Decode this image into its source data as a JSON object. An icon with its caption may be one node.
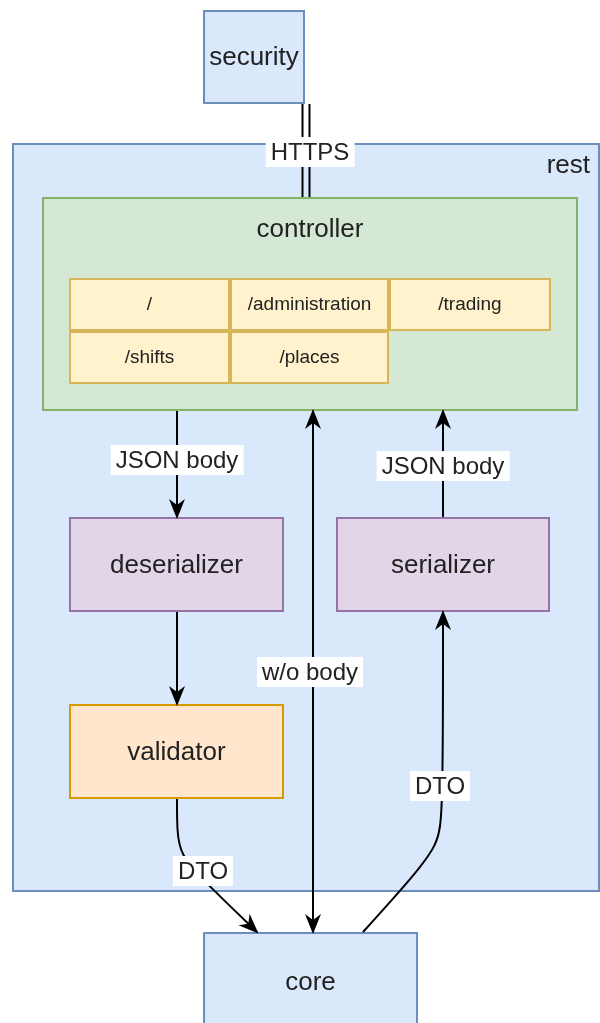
{
  "diagram": {
    "nodes": [
      {
        "text": [
          "security"
        ]
      },
      {
        "text": [
          "rest"
        ]
      },
      {
        "text": [
          "controller"
        ],
        "in": 1
      },
      {
        "text": [
          "/"
        ],
        "in": 2
      },
      {
        "text": [
          "/administration"
        ],
        "in": 2
      },
      {
        "text": [
          "/trading"
        ],
        "in": 2
      },
      {
        "text": [
          "/shifts"
        ],
        "in": 2
      },
      {
        "text": [
          "/places"
        ],
        "in": 2
      },
      {
        "text": [
          "deserializer"
        ],
        "in": 1
      },
      {
        "text": [
          "serializer"
        ],
        "in": 1
      },
      {
        "text": [
          "validator"
        ],
        "in": 1
      },
      {
        "text": [
          "core"
        ]
      }
    ],
    "edges": [
      {
        "from": 0,
        "to": 2,
        "arrow": "none",
        "label": "HTTPS"
      },
      {
        "from": 2,
        "to": 8,
        "arrow": "to",
        "label": "JSON body"
      },
      {
        "from": 8,
        "to": 10,
        "arrow": "to"
      },
      {
        "from": 10,
        "to": 11,
        "arrow": "to",
        "label": "DTO"
      },
      {
        "from": 11,
        "to": 2,
        "arrow": "both",
        "label": "w/o body"
      },
      {
        "from": 11,
        "to": 9,
        "arrow": "to",
        "label": "DTO"
      },
      {
        "from": 9,
        "to": 2,
        "arrow": "to",
        "label": "JSON body"
      }
    ]
  }
}
